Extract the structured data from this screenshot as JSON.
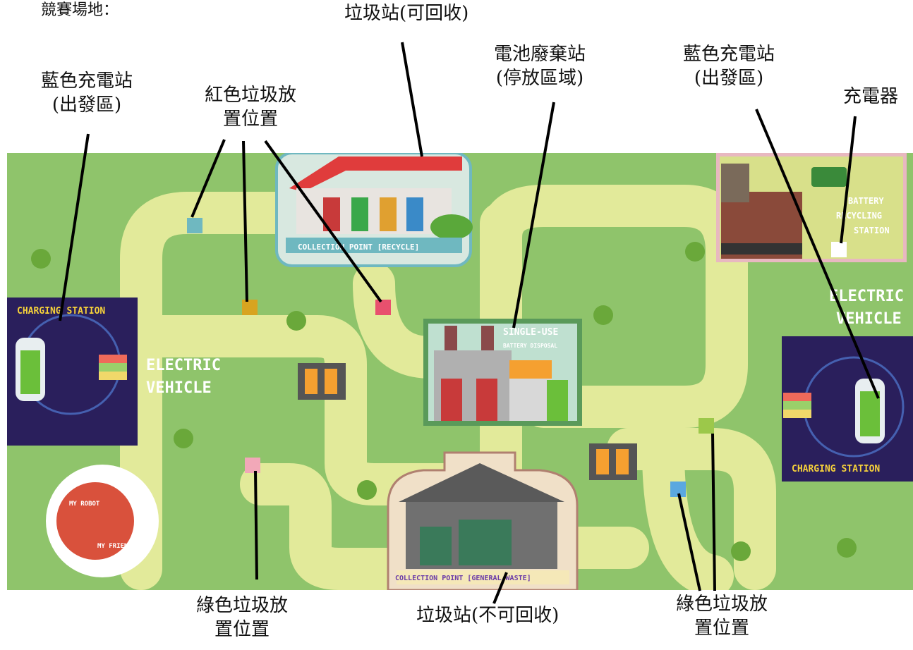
{
  "header": {
    "venue_title": "競賽場地："
  },
  "labels": {
    "blue_station_left_1": "藍色充電站",
    "blue_station_left_2": "(出發區)",
    "red_spots_1": "紅色垃圾放",
    "red_spots_2": "置位置",
    "recycle_station": "垃圾站(可回收)",
    "battery_disposal_1": "電池廢棄站",
    "battery_disposal_2": "(停放區域)",
    "blue_station_right_1": "藍色充電站",
    "blue_station_right_2": "(出發區)",
    "charger": "充電器",
    "green_spots_left_1": "綠色垃圾放",
    "green_spots_left_2": "置位置",
    "general_station": "垃圾站(不可回收)",
    "green_spots_right_1": "綠色垃圾放",
    "green_spots_right_2": "置位置"
  },
  "map": {
    "charging_station_left": "CHARGING STATION",
    "charging_station_right": "CHARGING STATION",
    "ev_left_1": "ELECTRIC",
    "ev_left_2": "VEHICLE",
    "ev_right_1": "ELECTRIC",
    "ev_right_2": "VEHICLE",
    "recycle_banner": "COLLECTION POINT [RECYCLE]",
    "general_banner": "COLLECTION POINT [GENERAL WASTE]",
    "single_use_1": "SINGLE-USE",
    "single_use_2": "BATTERY DISPOSAL",
    "battery_recycling_1": "BATTERY",
    "battery_recycling_2": "RECYCLING",
    "battery_recycling_3": "STATION",
    "logo_top": "MY ROBOT",
    "logo_bottom": "MY FRIEND"
  },
  "colors": {
    "grass": "#8fc46b",
    "road": "#e2ea9a",
    "teal_marker": "#6fb8c0",
    "mustard_marker": "#d8a420",
    "pink_marker": "#e8506e",
    "lightpink_marker": "#f2a8b8",
    "lime_marker": "#9cc84a",
    "blue_marker": "#5aa8e0",
    "white_marker": "#ffffff",
    "charging_panel": "#2a1f5c",
    "logo_red": "#d9513c"
  }
}
